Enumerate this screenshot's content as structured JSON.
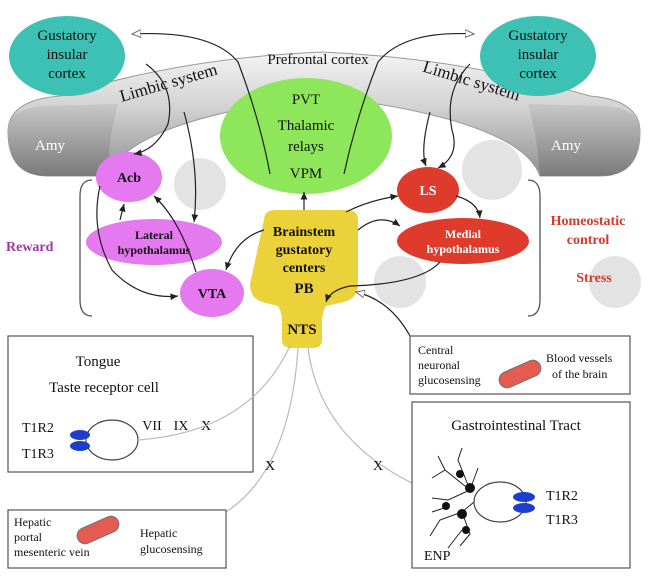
{
  "labels": {
    "gustatory_insular_left": [
      "Gustatory",
      "insular",
      "cortex"
    ],
    "gustatory_insular_right": [
      "Gustatory",
      "insular",
      "cortex"
    ],
    "prefrontal": "Prefrontal cortex",
    "limbic_left": "Limbic system",
    "limbic_right": "Limbic system",
    "amy_left": "Amy",
    "amy_right": "Amy",
    "thalamic": [
      "PVT",
      "Thalamic",
      "relays",
      "VPM"
    ],
    "acb": "Acb",
    "ls": "LS",
    "lateral_hypo": [
      "Lateral",
      "hypothalamus"
    ],
    "medial_hypo": [
      "Medial",
      "hypothalamus"
    ],
    "vta": "VTA",
    "brainstem": [
      "Brainstem",
      "gustatory",
      "centers",
      "PB"
    ],
    "nts": "NTS",
    "reward": "Reward",
    "homeostatic": [
      "Homeostatic",
      "control"
    ],
    "stress": "Stress",
    "tongue": "Tongue",
    "taste_receptor": "Taste receptor cell",
    "t1r2_left": "T1R2",
    "t1r3_left": "T1R3",
    "nerves_tongue": [
      "VII",
      "IX",
      "X"
    ],
    "x_left": "X",
    "x_right": "X",
    "central_gluco": [
      "Central",
      "neuronal",
      "glucosensing"
    ],
    "blood_vessels": [
      "Blood vessels",
      "of the brain"
    ],
    "gi_tract": "Gastrointestinal Tract",
    "t1r2_right": "T1R2",
    "t1r3_right": "T1R3",
    "enp": "ENP",
    "hepatic_vein": [
      "Hepatic",
      "portal",
      "mesenteric vein"
    ],
    "hepatic_gluco": [
      "Hepatic",
      "glucosensing"
    ]
  },
  "colors": {
    "teal": "#3cc1b4",
    "green": "#8ee65a",
    "magenta": "#e479f0",
    "red": "#df3b2c",
    "yellow": "#ecd23a",
    "grey_arc": "#9a9a9a",
    "reward": "#9b3aa6",
    "homeostatic": "#d23a2e",
    "receptor_blue": "#1d3dcc"
  }
}
